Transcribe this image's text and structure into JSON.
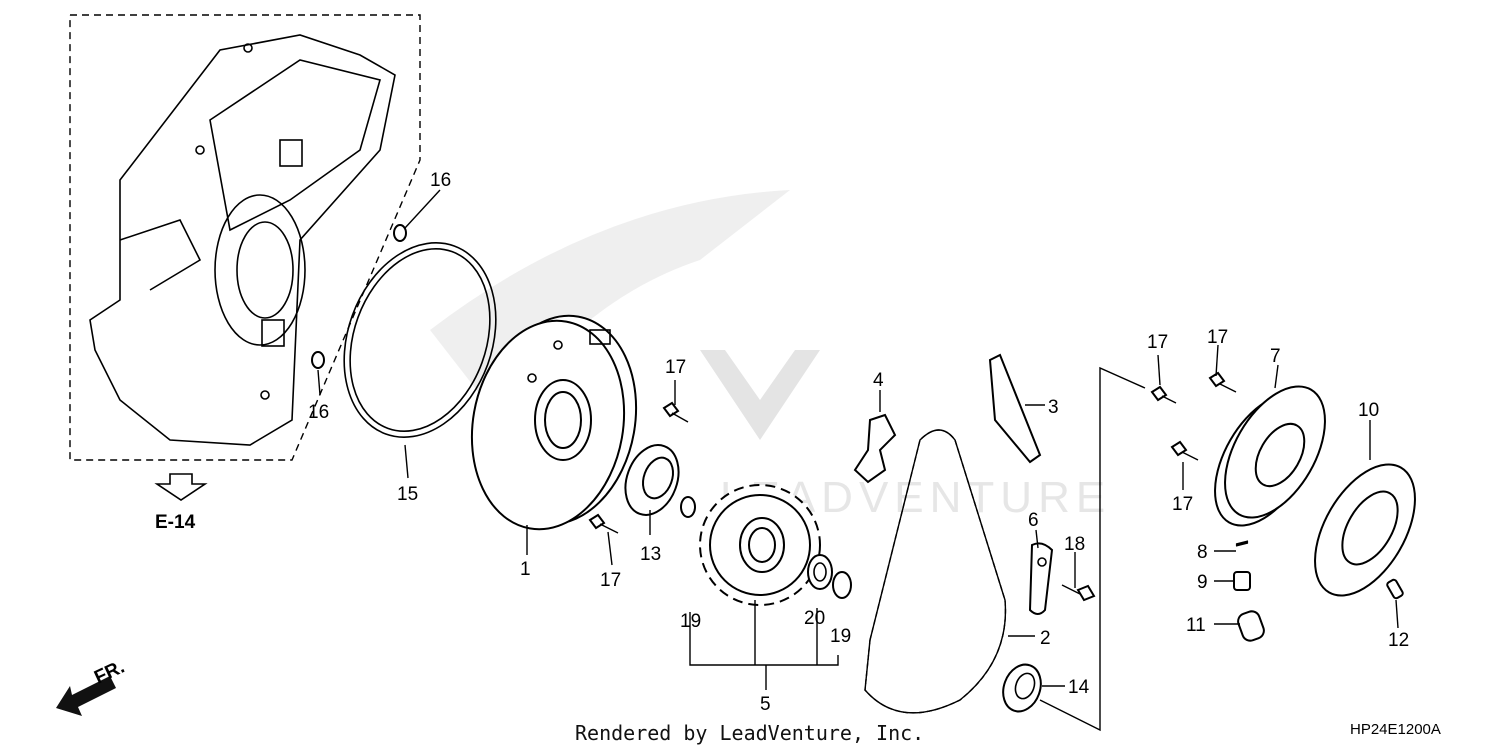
{
  "diagram": {
    "reference_label": "E-14",
    "direction_label": "FR.",
    "diagram_code": "HP24E1200A",
    "footer_credit": "Rendered by LeadVenture, Inc.",
    "watermark_text": "LEADVENTURE",
    "callouts": [
      "1",
      "2",
      "3",
      "4",
      "5",
      "6",
      "7",
      "8",
      "9",
      "10",
      "11",
      "12",
      "13",
      "14",
      "15",
      "16",
      "16",
      "17",
      "17",
      "17",
      "17",
      "17",
      "18",
      "19",
      "19",
      "20"
    ]
  }
}
